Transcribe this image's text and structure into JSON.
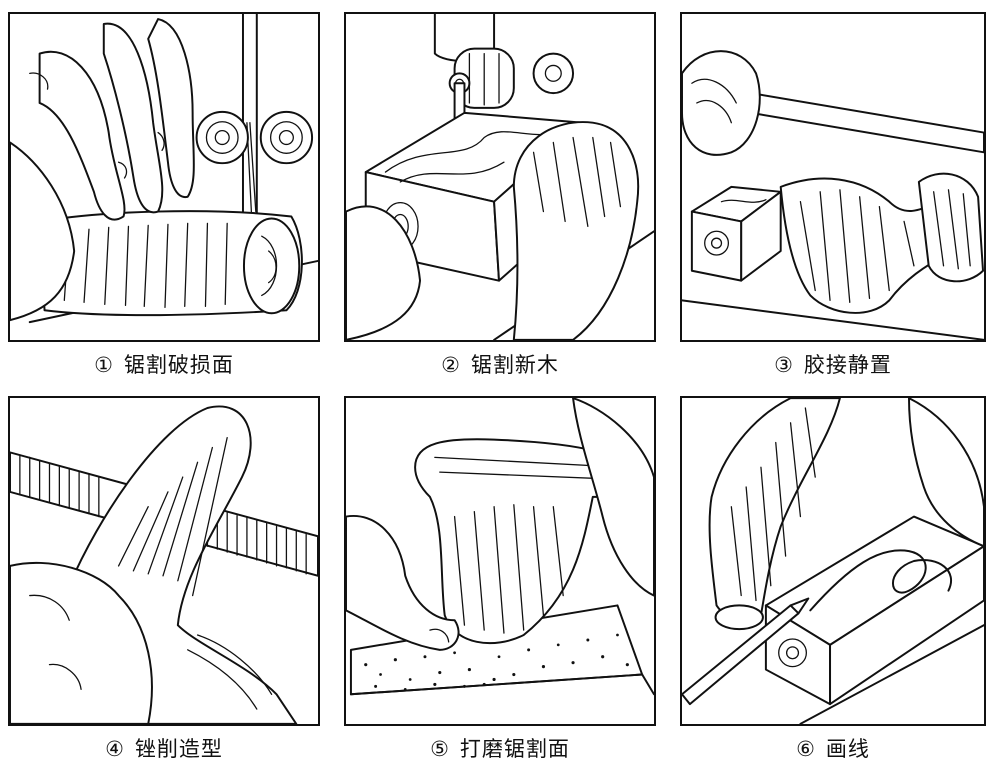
{
  "steps": [
    {
      "number": "①",
      "label": "锯割破损面"
    },
    {
      "number": "②",
      "label": "锯割新木"
    },
    {
      "number": "③",
      "label": "胶接静置"
    },
    {
      "number": "④",
      "label": "锉削造型"
    },
    {
      "number": "⑤",
      "label": "打磨锯割面"
    },
    {
      "number": "⑥",
      "label": "画线"
    }
  ]
}
